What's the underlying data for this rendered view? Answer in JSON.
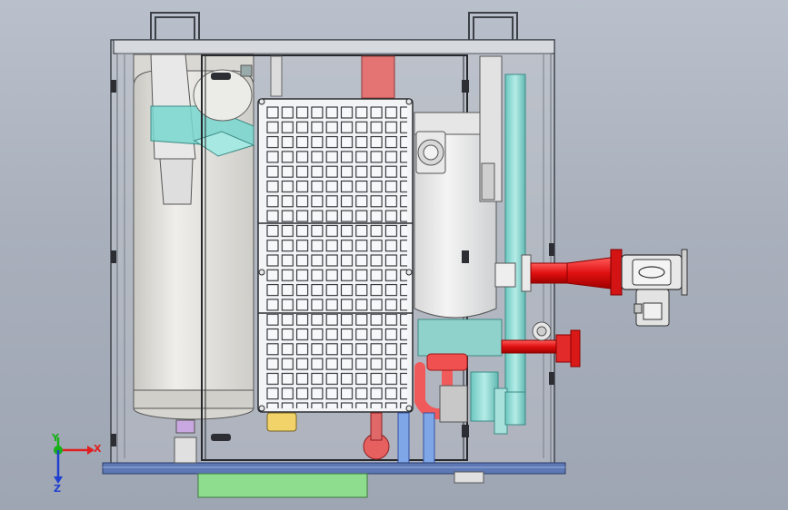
{
  "viewport": {
    "background_top": "#b9c0cb",
    "background_bottom": "#9ea5b3"
  },
  "colors": {
    "frame": "#cfd3d8",
    "frame_edge": "#4a4e55",
    "tank": "#e3e2de",
    "filter": "#e9ecef",
    "pipe_red": "#e01818",
    "pipe_pink": "#e07070",
    "pipe_cyan": "#8fd9d3",
    "pipe_blue": "#7fa6e6",
    "base_green": "#8fdc8f",
    "base_blue": "#5e7bb8"
  },
  "triad": {
    "x_label": "X",
    "y_label": "Y",
    "z_label": "Z",
    "x_color": "#e02020",
    "y_color": "#18b018",
    "z_color": "#2040d0"
  }
}
